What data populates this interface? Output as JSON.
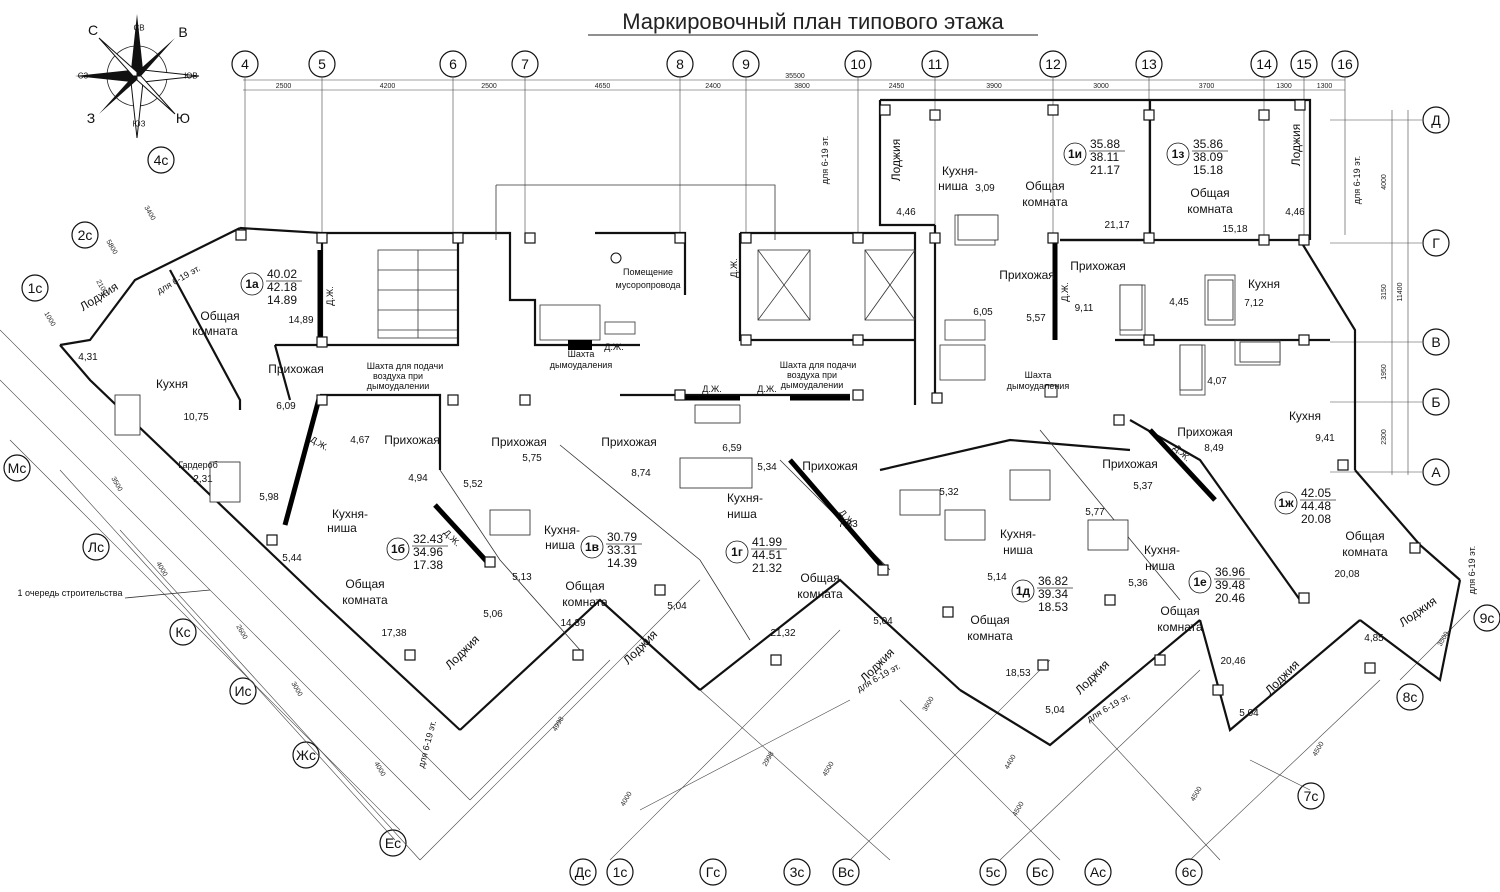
{
  "title": "Маркировочный план типового этажа",
  "compass": {
    "n": "С",
    "ne": "СВ",
    "e": "В",
    "se": "ЮВ",
    "s": "Ю",
    "sw": "ЮЗ",
    "w": "З",
    "nw": "СЗ"
  },
  "axes_top": [
    "4",
    "5",
    "6",
    "7",
    "8",
    "9",
    "10",
    "11",
    "12",
    "13",
    "14",
    "15",
    "16"
  ],
  "axes_right": [
    "Д",
    "Г",
    "В",
    "Б",
    "А"
  ],
  "axes_left": [
    "4с",
    "2с",
    "1с",
    "Мс",
    "Лс",
    "Кс",
    "Ис",
    "Жс",
    "Ес"
  ],
  "axes_bottom": [
    "Дс",
    "1с",
    "Гс",
    "3с",
    "Вс",
    "5с",
    "Бс",
    "Ас",
    "6с",
    "7с",
    "8с",
    "9с"
  ],
  "dims_top": [
    "2500",
    "4200",
    "2500",
    "4650",
    "2400",
    "3800",
    "2450",
    "3900",
    "3000",
    "3700",
    "1300",
    "1300"
  ],
  "dim_total": "35500",
  "dims_right": [
    "4000",
    "3150",
    "11400",
    "1950",
    "2300"
  ],
  "dims_left": [
    "3400",
    "5800",
    "2100",
    "1000",
    "3500",
    "4000",
    "2600",
    "3000",
    "4000"
  ],
  "dims_bottom": [
    "4998",
    "4000",
    "2998",
    "4500",
    "3600",
    "4400",
    "4500",
    "4500",
    "4500",
    "3500"
  ],
  "apartments": [
    {
      "id": "1а",
      "a1": "40.02",
      "a2": "42.18",
      "a3": "14.89"
    },
    {
      "id": "1б",
      "a1": "32.43",
      "a2": "34.96",
      "a3": "17.38"
    },
    {
      "id": "1в",
      "a1": "30.79",
      "a2": "33.31",
      "a3": "14.39"
    },
    {
      "id": "1г",
      "a1": "41.99",
      "a2": "44.51",
      "a3": "21.32"
    },
    {
      "id": "1д",
      "a1": "36.82",
      "a2": "39.34",
      "a3": "18.53"
    },
    {
      "id": "1е",
      "a1": "36.96",
      "a2": "39.48",
      "a3": "20.46"
    },
    {
      "id": "1ж",
      "a1": "42.05",
      "a2": "44.48",
      "a3": "20.08"
    },
    {
      "id": "1и",
      "a1": "35.88",
      "a2": "38.11",
      "a3": "21.17"
    },
    {
      "id": "1з",
      "a1": "35.86",
      "a2": "38.09",
      "a3": "15.18"
    }
  ],
  "rooms": {
    "loggia": "Лоджия",
    "kitchen": "Кухня",
    "hall": "Прихожая",
    "living1": "Общая",
    "living2": "комната",
    "kniche1": "Кухня-",
    "kniche2": "ниша",
    "wardrobe": "Гардероб",
    "garbage1": "Помещение",
    "garbage2": "мусоропровода",
    "smoke1": "Шахта",
    "smoke2": "дымоудаления",
    "air1": "Шахта для подачи",
    "air2": "воздуха при",
    "air3": "дымоудалении",
    "dzh": "Д.Ж.",
    "floors": "для 6-19 эт.",
    "queue": "1 очередь строительства"
  },
  "areas": {
    "a_431": "4,31",
    "a_1075": "10,75",
    "a_1489": "14,89",
    "a_609": "6,09",
    "a_231": "2,31",
    "a_598": "5,98",
    "a_544": "5,44",
    "a_467": "4,67",
    "a_494": "4,94",
    "a_1738": "17,38",
    "a_552": "5,52",
    "a_513": "5,13",
    "a_506": "5,06",
    "a_575": "5,75",
    "a_1439": "14,39",
    "a_504a": "5,04",
    "a_874": "8,74",
    "a_659": "6,59",
    "a_534": "5,34",
    "a_783": "7,83",
    "a_2132": "21,32",
    "a_504b": "5,04",
    "a_532": "5,32",
    "a_514": "5,14",
    "a_1853": "18,53",
    "a_504c": "5,04",
    "a_577": "5,77",
    "a_536": "5,36",
    "a_537": "5,37",
    "a_2046": "20,46",
    "a_504d": "5,04",
    "a_849": "8,49",
    "a_941": "9,41",
    "a_2008": "20,08",
    "a_485": "4,85",
    "a_446a": "4,46",
    "a_309": "3,09",
    "a_2117": "21,17",
    "a_605": "6,05",
    "a_557": "5,57",
    "a_911": "9,11",
    "a_1518": "15,18",
    "a_446b": "4,46",
    "a_445": "4,45",
    "a_712": "7,12",
    "a_407": "4,07"
  }
}
